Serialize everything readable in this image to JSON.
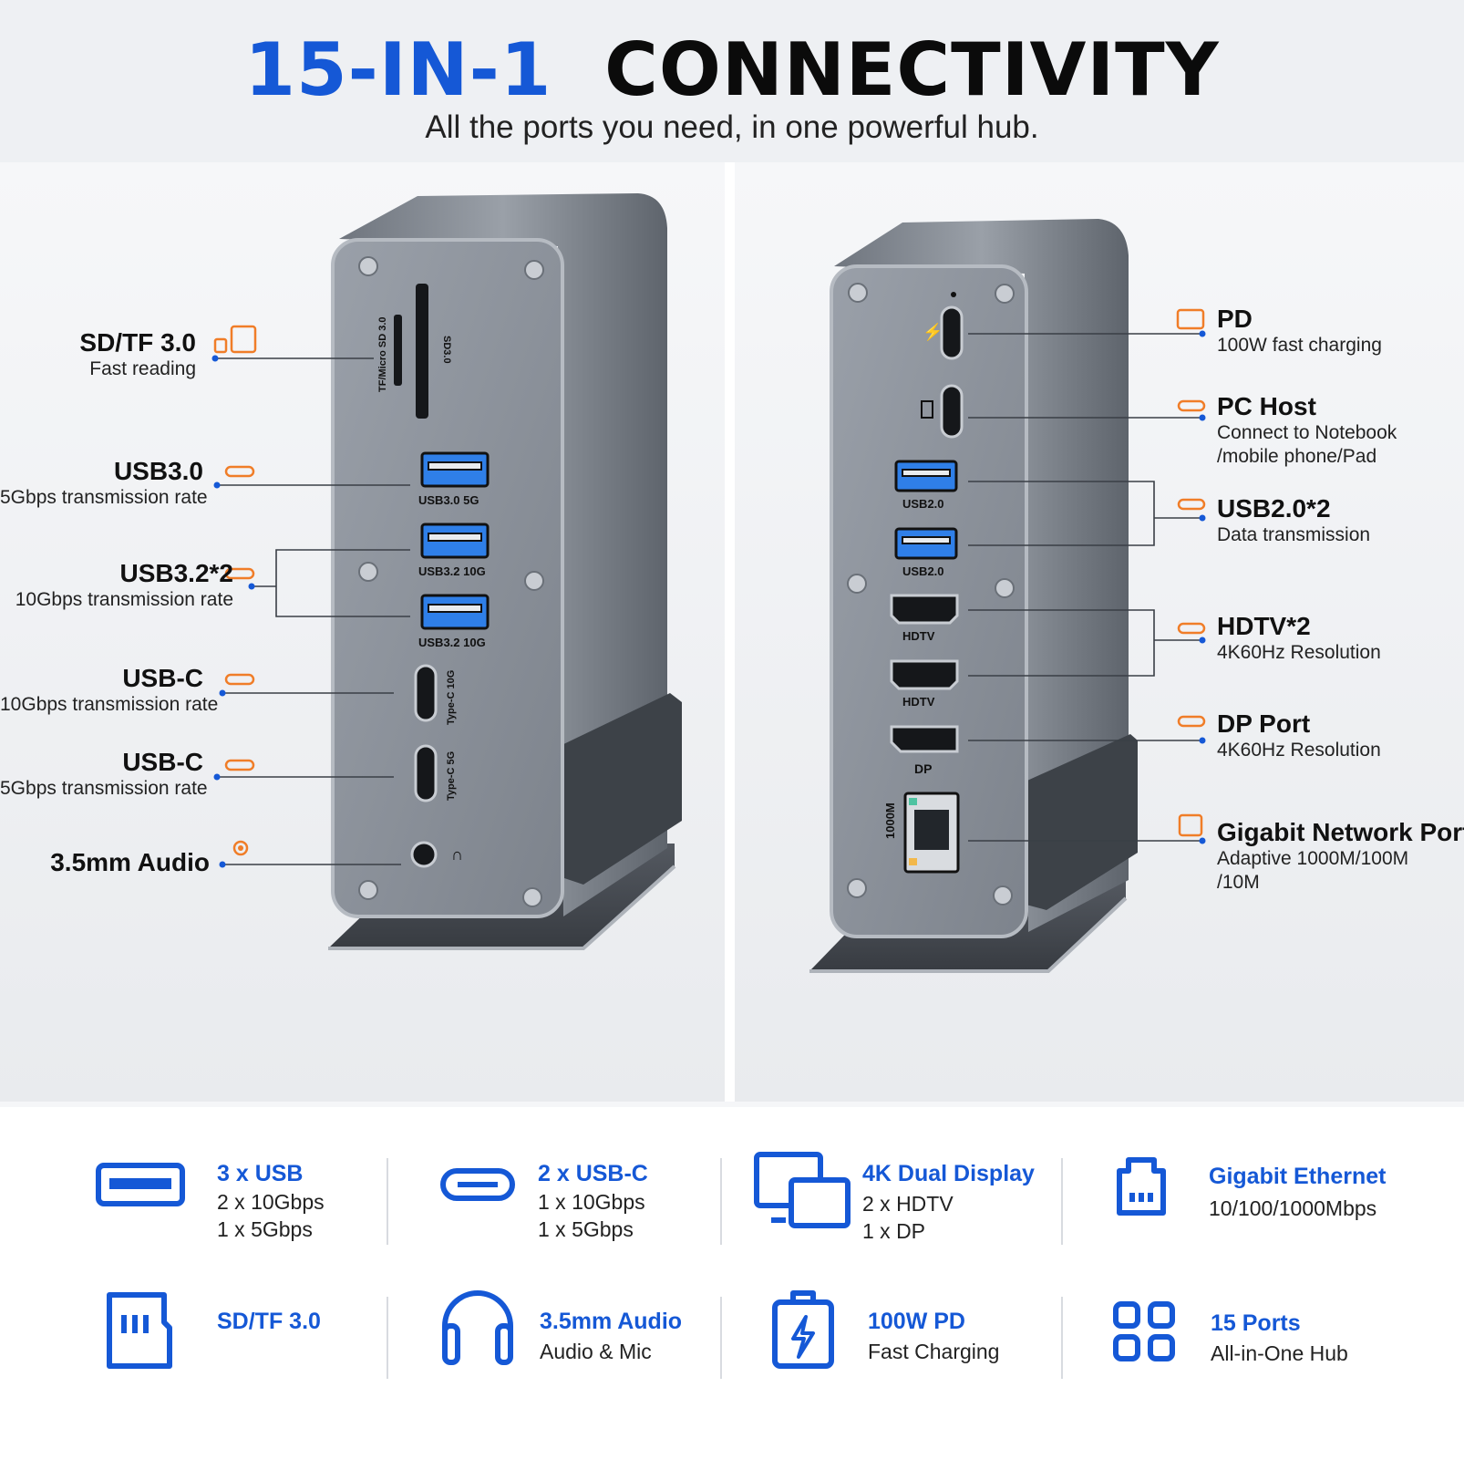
{
  "header": {
    "title_accent": "15-IN-1",
    "title_main": "CONNECTIVITY",
    "subtitle": "All the ports you need, in one powerful hub."
  },
  "colors": {
    "brand_blue": "#1558d6",
    "accent_orange": "#f07d28",
    "device_gray": "#8f959f",
    "usb_blue": "#2f7fe8"
  },
  "device_labels": {
    "left": {
      "tf": "TF/Micro SD 3.0",
      "sd": "SD3.0",
      "usb30": "USB3.0 5G",
      "usb32a": "USB3.2 10G",
      "usb32b": "USB3.2 10G",
      "typec10": "Type-C 10G",
      "typec5": "Type-C 5G"
    },
    "right": {
      "usb20a": "USB2.0",
      "usb20b": "USB2.0",
      "hdtva": "HDTV",
      "hdtvb": "HDTV",
      "dp": "DP",
      "lan": "1000M"
    }
  },
  "callouts_left": [
    {
      "title": "SD/TF 3.0",
      "sub": "Fast reading",
      "icon": "sd-card-icon"
    },
    {
      "title": "USB3.0",
      "sub": "5Gbps transmission rate",
      "icon": "usb-port-icon"
    },
    {
      "title": "USB3.2*2",
      "sub": "10Gbps transmission rate",
      "icon": "usb-port-icon"
    },
    {
      "title": "USB-C",
      "sub": "10Gbps transmission rate",
      "icon": "usb-c-icon"
    },
    {
      "title": "USB-C",
      "sub": "5Gbps transmission rate",
      "icon": "usb-c-icon"
    },
    {
      "title": "3.5mm Audio",
      "sub": "",
      "icon": "audio-jack-icon"
    }
  ],
  "callouts_right": [
    {
      "title": "PD",
      "sub": "100W fast charging",
      "icon": "charging-icon"
    },
    {
      "title": "PC Host",
      "sub": "Connect to Notebook",
      "sub2": "/mobile phone/Pad",
      "icon": "usb-c-icon"
    },
    {
      "title": "USB2.0*2",
      "sub": "Data transmission",
      "icon": "usb-c-icon"
    },
    {
      "title": "HDTV*2",
      "sub": "4K60Hz Resolution",
      "icon": "usb-c-icon"
    },
    {
      "title": "DP Port",
      "sub": "4K60Hz Resolution",
      "icon": "usb-c-icon"
    },
    {
      "title": "Gigabit Network Port",
      "sub": "Adaptive 1000M/100M",
      "sub2": "/10M",
      "icon": "ethernet-icon"
    }
  ],
  "features": [
    {
      "title": "3 x USB",
      "lines": [
        "2 x 10Gbps",
        "1 x 5Gbps"
      ],
      "icon": "usb-port-icon"
    },
    {
      "title": "2 x USB-C",
      "lines": [
        "1 x 10Gbps",
        "1 x 5Gbps"
      ],
      "icon": "usb-c-icon"
    },
    {
      "title": "4K Dual Display",
      "lines": [
        "2 x HDTV",
        "1 x DP"
      ],
      "icon": "dual-display-icon"
    },
    {
      "title": "Gigabit Ethernet",
      "lines": [
        "10/100/1000Mbps"
      ],
      "icon": "ethernet-icon"
    },
    {
      "title": "SD/TF 3.0",
      "lines": [],
      "icon": "sd-card-icon"
    },
    {
      "title": "3.5mm Audio",
      "lines": [
        "Audio & Mic"
      ],
      "icon": "headphones-icon"
    },
    {
      "title": "100W PD",
      "lines": [
        "Fast Charging"
      ],
      "icon": "charging-icon"
    },
    {
      "title": "15 Ports",
      "lines": [
        "All-in-One Hub"
      ],
      "icon": "grid-ports-icon"
    }
  ]
}
